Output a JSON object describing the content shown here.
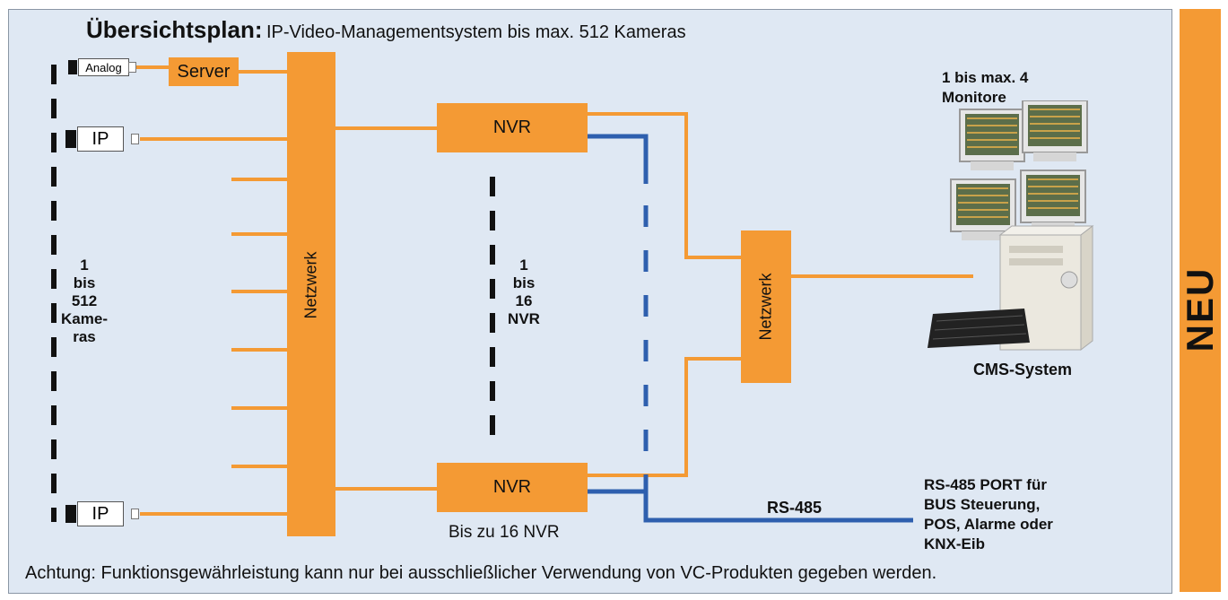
{
  "title": {
    "bold": "Übersichtsplan:",
    "rest": "IP-Video-Managementsystem bis max. 512 Kameras"
  },
  "badge": "NEU",
  "cameras": {
    "analog": "Analog",
    "ip_top": "IP",
    "ip_bottom": "IP"
  },
  "server": "Server",
  "network_main": "Netzwerk",
  "network_cms": "Netzwerk",
  "nvr_top": "NVR",
  "nvr_bottom": "NVR",
  "nvr_caption": "Bis zu 16 NVR",
  "camera_range": [
    "1",
    "bis",
    "512",
    "Kame-",
    "ras"
  ],
  "nvr_range": [
    "1",
    "bis",
    "16",
    "NVR"
  ],
  "monitors_label": [
    "1 bis max. 4",
    "Monitore"
  ],
  "cms_label": "CMS-System",
  "rs485_label": "RS-485",
  "rs485_port": [
    "RS-485 PORT für",
    "BUS Steuerung,",
    "POS, Alarme oder",
    "KNX-Eib"
  ],
  "footer": "Achtung: Funktionsgewährleistung kann nur bei ausschließlicher Verwendung von VC-Produkten gegeben werden.",
  "colors": {
    "orange": "#f49a34",
    "blue": "#2e5fae",
    "panel": "#dfe8f3"
  }
}
